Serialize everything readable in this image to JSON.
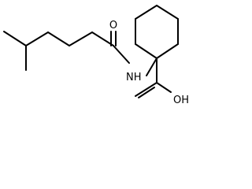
{
  "molecule": {
    "labels": {
      "carbonyl_oxygen": "O",
      "amide_nh": "NH",
      "hydroxyl": "OH"
    }
  }
}
